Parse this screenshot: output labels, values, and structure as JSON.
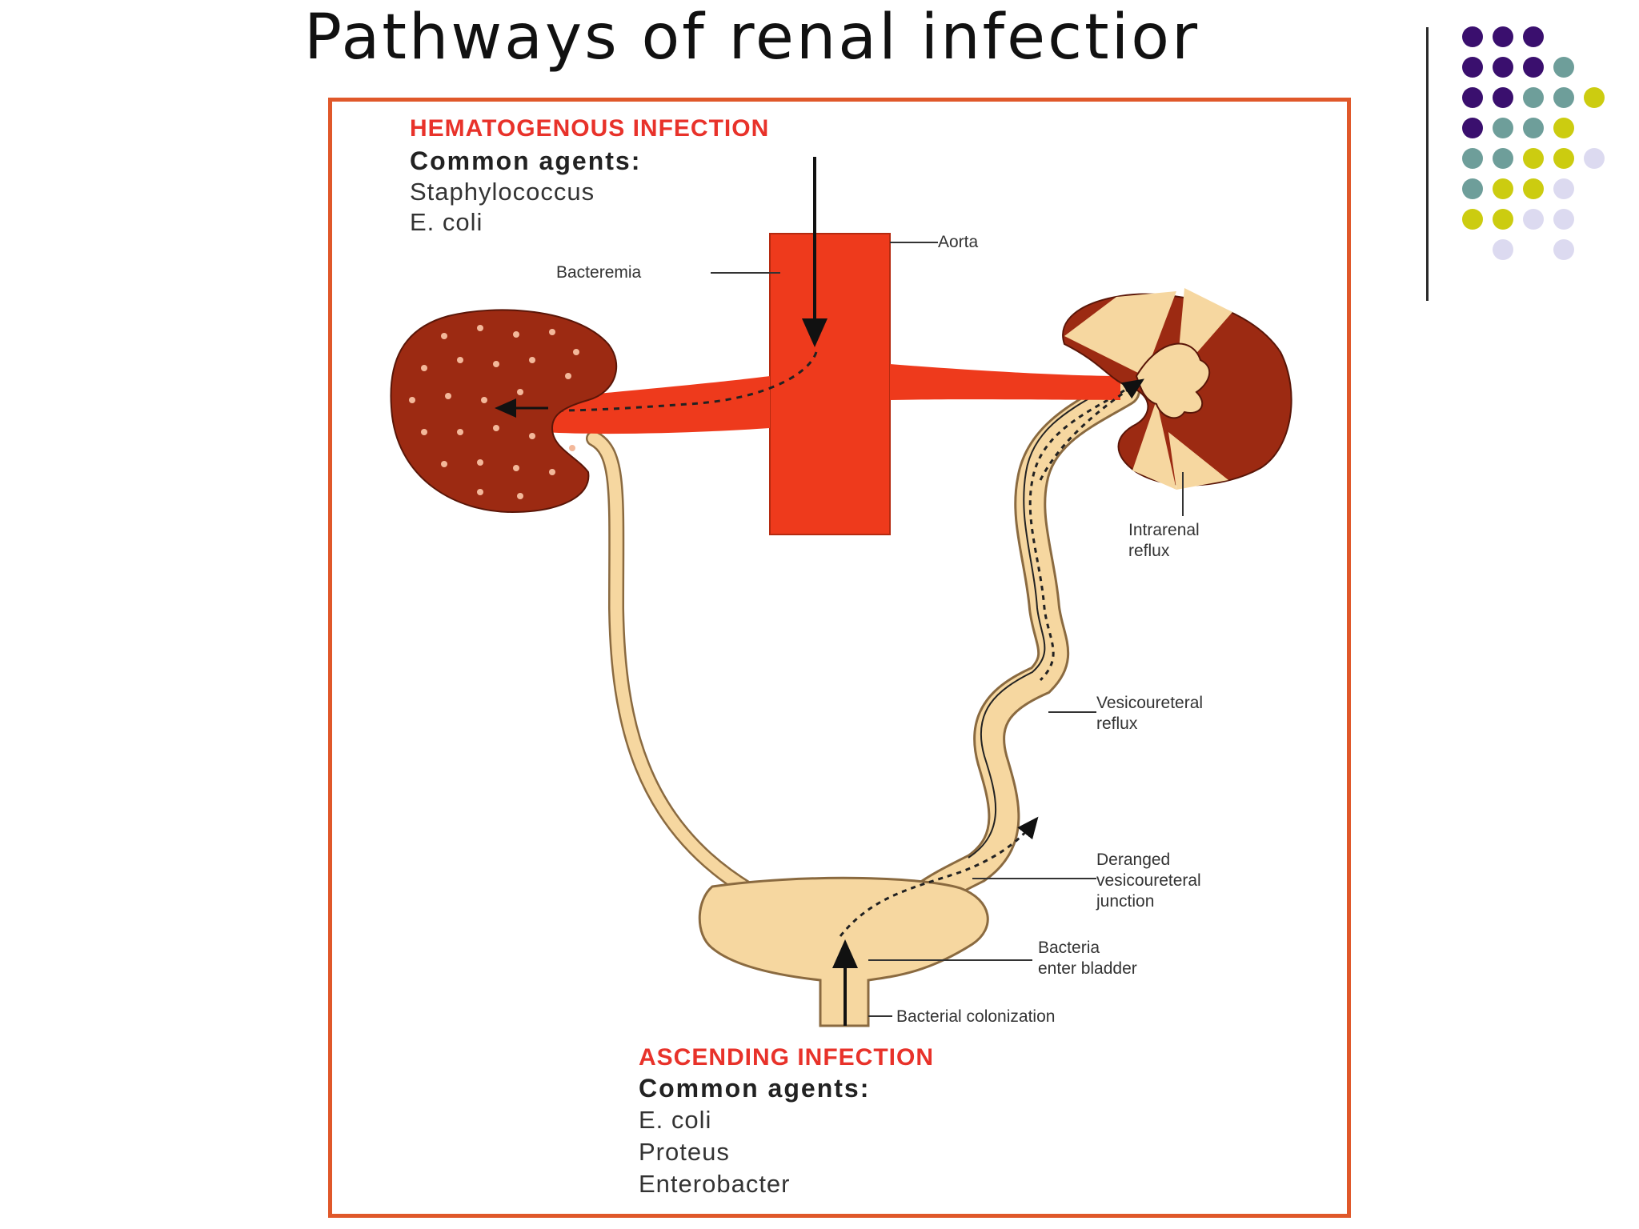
{
  "slide": {
    "title": "Pathways of renal infectior"
  },
  "hematogenous": {
    "heading": "HEMATOGENOUS INFECTION",
    "agents_label": "Common agents:",
    "agents": [
      "Staphylococcus",
      "E. coli"
    ]
  },
  "ascending": {
    "heading": "ASCENDING INFECTION",
    "agents_label": "Common agents:",
    "agents": [
      "E. coli",
      "Proteus",
      "Enterobacter"
    ]
  },
  "labels": {
    "aorta": "Aorta",
    "bacteremia": "Bacteremia",
    "intrarenal_reflux": [
      "Intrarenal",
      "reflux"
    ],
    "vesicoureteral_reflux": [
      "Vesicoureteral",
      "reflux"
    ],
    "deranged_junction": [
      "Deranged",
      "vesicoureteral",
      "junction"
    ],
    "bacteria_enter_bladder": [
      "Bacteria",
      "enter bladder"
    ],
    "bacterial_colonization": "Bacterial colonization"
  },
  "colors": {
    "frame": "#e0582a",
    "aorta": "#ee3a1c",
    "kidney": "#9c2a12",
    "urinary_tract": "#f6d7a0",
    "heading_red": "#e8322a",
    "dot_purple": "#3a0f6e",
    "dot_teal": "#6e9e9a",
    "dot_yellow": "#cccc10",
    "dot_lavender": "#dcdaf0"
  },
  "dot_grid_rows": [
    [
      "purple",
      "purple",
      "purple"
    ],
    [
      "purple",
      "purple",
      "purple",
      "teal"
    ],
    [
      "purple",
      "purple",
      "teal",
      "teal",
      "yellow"
    ],
    [
      "purple",
      "teal",
      "teal",
      "yellow"
    ],
    [
      "teal",
      "teal",
      "yellow",
      "yellow",
      "lavender"
    ],
    [
      "teal",
      "yellow",
      "yellow",
      "lavender"
    ],
    [
      "yellow",
      "yellow",
      "lavender",
      "lavender"
    ],
    [
      "",
      "lavender",
      "",
      "lavender"
    ]
  ]
}
